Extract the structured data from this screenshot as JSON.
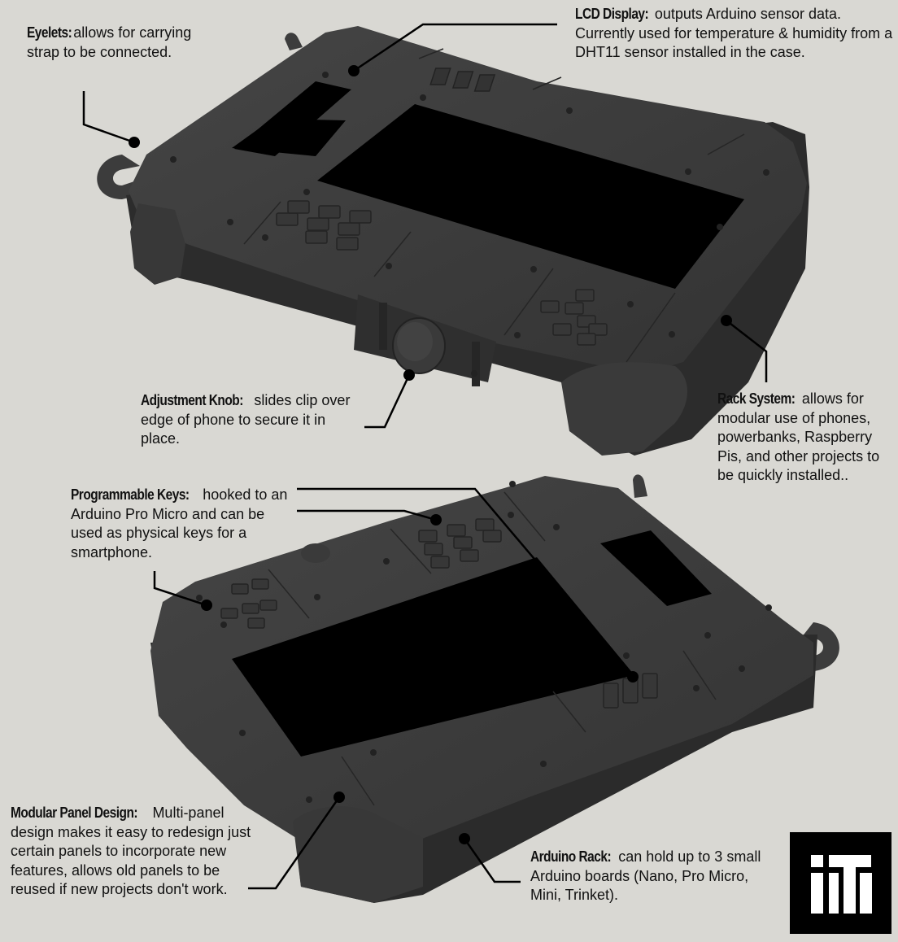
{
  "callouts": {
    "eyelets": {
      "title": "Eyelets:",
      "text": " allows for carrying strap to be connected."
    },
    "lcd": {
      "title": "LCD Display:",
      "text": " outputs Arduino sensor data. Currently used for temperature & humidity from a DHT11 sensor installed in the case."
    },
    "knob": {
      "title": "Adjustment Knob:",
      "text": " slides clip over edge of phone to secure it in place."
    },
    "rack": {
      "title": "Rack System:",
      "text": " allows for modular use of phones, powerbanks, Raspberry Pis, and other projects to be quickly installed.."
    },
    "keys": {
      "title": "Programmable Keys:",
      "text": " hooked to an Arduino Pro Micro and can be used as physical keys for a smartphone."
    },
    "modular": {
      "title": "Modular Panel Design:",
      "text": " Multi-panel design makes it easy to redesign just certain panels to incorporate new features, allows old panels to be reused if new projects don't work."
    },
    "arduino": {
      "title": "Arduino Rack:",
      "text": " can hold up to 3 small Arduino boards (Nano, Pro Micro, Mini, Trinket)."
    }
  },
  "colors": {
    "background": "#d9d8d3",
    "case": "#3b3b3b",
    "screen": "#000000",
    "text": "#111111",
    "logo": "#000000"
  },
  "logo": {
    "icon": "iti-monogram-icon"
  }
}
